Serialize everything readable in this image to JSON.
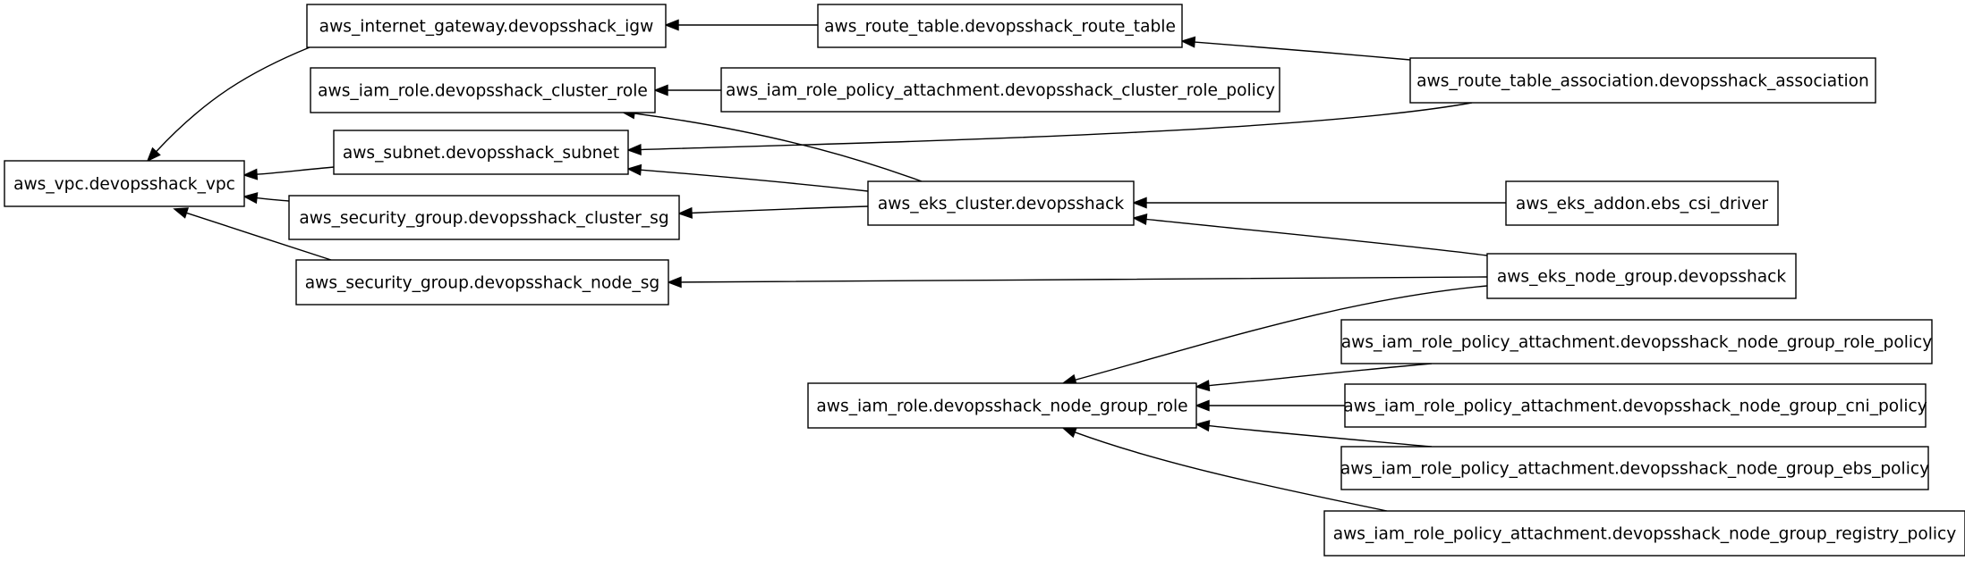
{
  "nodes": [
    {
      "id": "vpc",
      "label": "aws_vpc.devopsshack_vpc"
    },
    {
      "id": "igw",
      "label": "aws_internet_gateway.devopsshack_igw"
    },
    {
      "id": "cluster_role",
      "label": "aws_iam_role.devopsshack_cluster_role"
    },
    {
      "id": "subnet",
      "label": "aws_subnet.devopsshack_subnet"
    },
    {
      "id": "cluster_sg",
      "label": "aws_security_group.devopsshack_cluster_sg"
    },
    {
      "id": "node_sg",
      "label": "aws_security_group.devopsshack_node_sg"
    },
    {
      "id": "route_table",
      "label": "aws_route_table.devopsshack_route_table"
    },
    {
      "id": "cluster_role_policy",
      "label": "aws_iam_role_policy_attachment.devopsshack_cluster_role_policy"
    },
    {
      "id": "eks_cluster",
      "label": "aws_eks_cluster.devopsshack"
    },
    {
      "id": "node_group_role",
      "label": "aws_iam_role.devopsshack_node_group_role"
    },
    {
      "id": "rt_assoc",
      "label": "aws_route_table_association.devopsshack_association"
    },
    {
      "id": "ebs_addon",
      "label": "aws_eks_addon.ebs_csi_driver"
    },
    {
      "id": "node_group",
      "label": "aws_eks_node_group.devopsshack"
    },
    {
      "id": "ng_role_policy",
      "label": "aws_iam_role_policy_attachment.devopsshack_node_group_role_policy"
    },
    {
      "id": "ng_cni_policy",
      "label": "aws_iam_role_policy_attachment.devopsshack_node_group_cni_policy"
    },
    {
      "id": "ng_ebs_policy",
      "label": "aws_iam_role_policy_attachment.devopsshack_node_group_ebs_policy"
    },
    {
      "id": "ng_registry_policy",
      "label": "aws_iam_role_policy_attachment.devopsshack_node_group_registry_policy"
    }
  ],
  "edges": [
    {
      "from": "igw",
      "to": "vpc"
    },
    {
      "from": "subnet",
      "to": "vpc"
    },
    {
      "from": "cluster_sg",
      "to": "vpc"
    },
    {
      "from": "node_sg",
      "to": "vpc"
    },
    {
      "from": "route_table",
      "to": "igw"
    },
    {
      "from": "cluster_role_policy",
      "to": "cluster_role"
    },
    {
      "from": "eks_cluster",
      "to": "cluster_role"
    },
    {
      "from": "eks_cluster",
      "to": "subnet"
    },
    {
      "from": "eks_cluster",
      "to": "cluster_sg"
    },
    {
      "from": "rt_assoc",
      "to": "route_table"
    },
    {
      "from": "rt_assoc",
      "to": "subnet"
    },
    {
      "from": "ebs_addon",
      "to": "eks_cluster"
    },
    {
      "from": "node_group",
      "to": "eks_cluster"
    },
    {
      "from": "node_group",
      "to": "node_sg"
    },
    {
      "from": "node_group",
      "to": "node_group_role"
    },
    {
      "from": "ng_role_policy",
      "to": "node_group_role"
    },
    {
      "from": "ng_cni_policy",
      "to": "node_group_role"
    },
    {
      "from": "ng_ebs_policy",
      "to": "node_group_role"
    },
    {
      "from": "ng_registry_policy",
      "to": "node_group_role"
    }
  ]
}
